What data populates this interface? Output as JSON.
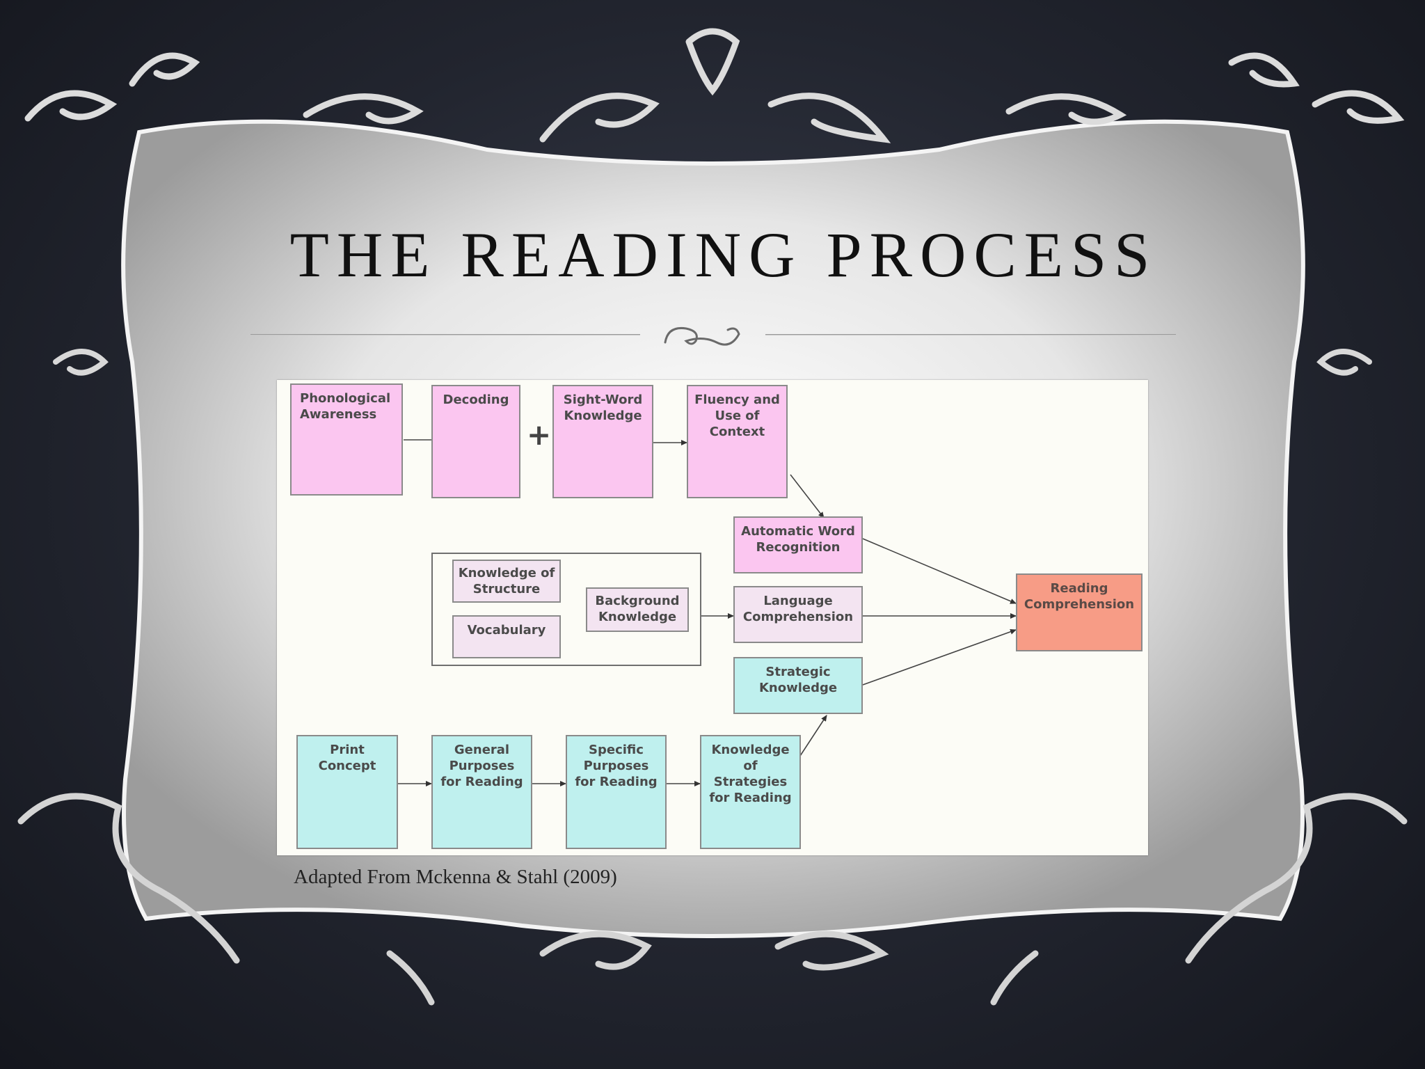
{
  "slide": {
    "title": "THE READING PROCESS",
    "caption": "Adapted From Mckenna & Stahl (2009)"
  },
  "diagram": {
    "nodes": {
      "phonological_awareness": "Phonological\nAwareness",
      "decoding": "Decoding",
      "sight_word_knowledge": "Sight-Word\nKnowledge",
      "fluency_context": "Fluency and\nUse of\nContext",
      "automatic_word_recognition": "Automatic Word\nRecognition",
      "knowledge_of_structure": "Knowledge of\nStructure",
      "vocabulary": "Vocabulary",
      "background_knowledge": "Background\nKnowledge",
      "language_comprehension": "Language\nComprehension",
      "strategic_knowledge": "Strategic\nKnowledge",
      "reading_comprehension": "Reading\nComprehension",
      "print_concept": "Print\nConcept",
      "general_purposes": "General\nPurposes\nfor Reading",
      "specific_purposes": "Specific\nPurposes\nfor Reading",
      "knowledge_of_strategies": "Knowledge\nof Strategies\nfor Reading"
    },
    "plus_sign": "+",
    "edges": [
      [
        "phonological_awareness",
        "decoding"
      ],
      [
        "sight_word_knowledge",
        "fluency_context"
      ],
      [
        "fluency_context",
        "automatic_word_recognition"
      ],
      [
        "automatic_word_recognition",
        "reading_comprehension"
      ],
      [
        "background_group",
        "language_comprehension"
      ],
      [
        "language_comprehension",
        "reading_comprehension"
      ],
      [
        "strategic_knowledge",
        "reading_comprehension"
      ],
      [
        "print_concept",
        "general_purposes"
      ],
      [
        "general_purposes",
        "specific_purposes"
      ],
      [
        "specific_purposes",
        "knowledge_of_strategies"
      ],
      [
        "knowledge_of_strategies",
        "strategic_knowledge"
      ]
    ],
    "colors": {
      "decoding_path": "#fbc6f0",
      "language_path": "#f3e4f1",
      "strategy_path": "#bff0ee",
      "outcome": "#f79c86"
    }
  }
}
